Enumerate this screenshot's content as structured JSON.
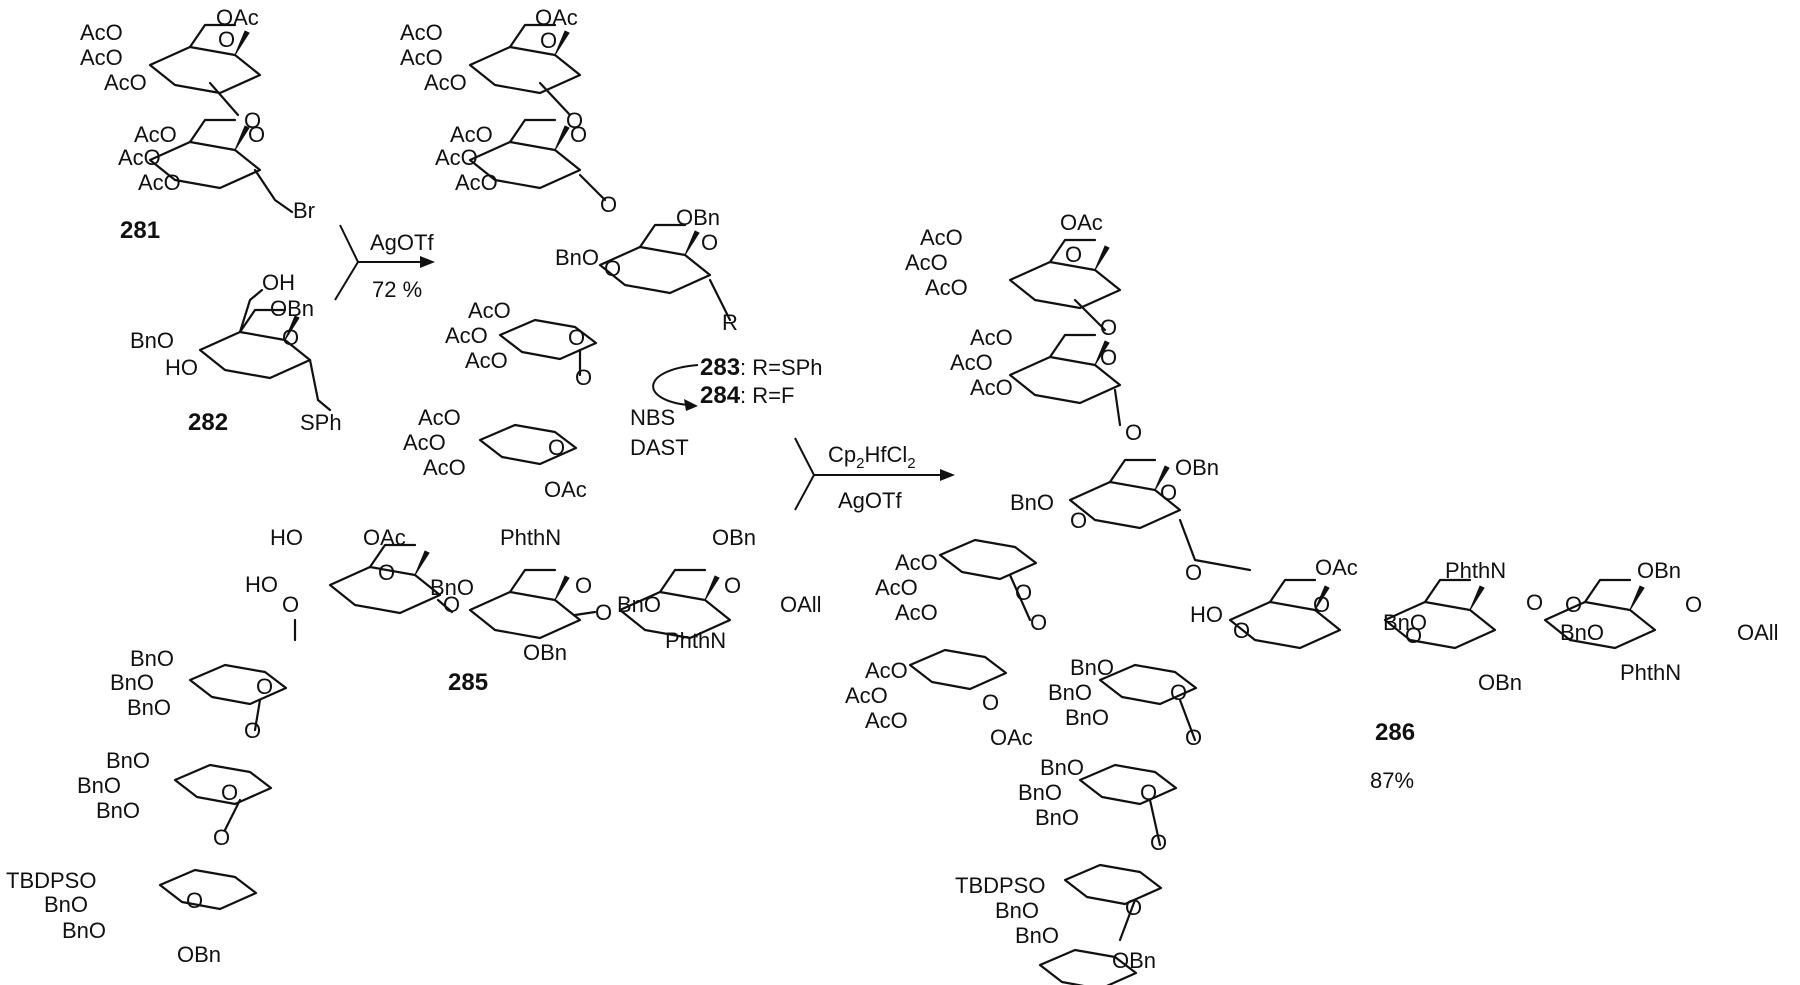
{
  "compounds": {
    "c281": "281",
    "c282": "282",
    "c283": "283",
    "c284": "284",
    "c285": "285",
    "c286": "286"
  },
  "step1": {
    "reagent": "AgOTf",
    "yield": "72 %"
  },
  "step2": {
    "reagent1": "NBS",
    "reagent2": "DAST",
    "label283": ": R=SPh",
    "label284": ": R=F"
  },
  "step3": {
    "reagent1_pre": "Cp",
    "reagent1_sub1": "2",
    "reagent1_mid": "HfCl",
    "reagent1_sub2": "2",
    "reagent2": "AgOTf"
  },
  "yield286": "87%",
  "groups": {
    "OAc": "OAc",
    "AcO": "AcO",
    "OBn": "OBn",
    "BnO": "BnO",
    "HO": "HO",
    "OH": "OH",
    "O": "O",
    "Br": "Br",
    "SPh": "SPh",
    "R": "R",
    "PhthN": "PhthN",
    "OAll": "OAll",
    "TBDPSO": "TBDPSO"
  }
}
